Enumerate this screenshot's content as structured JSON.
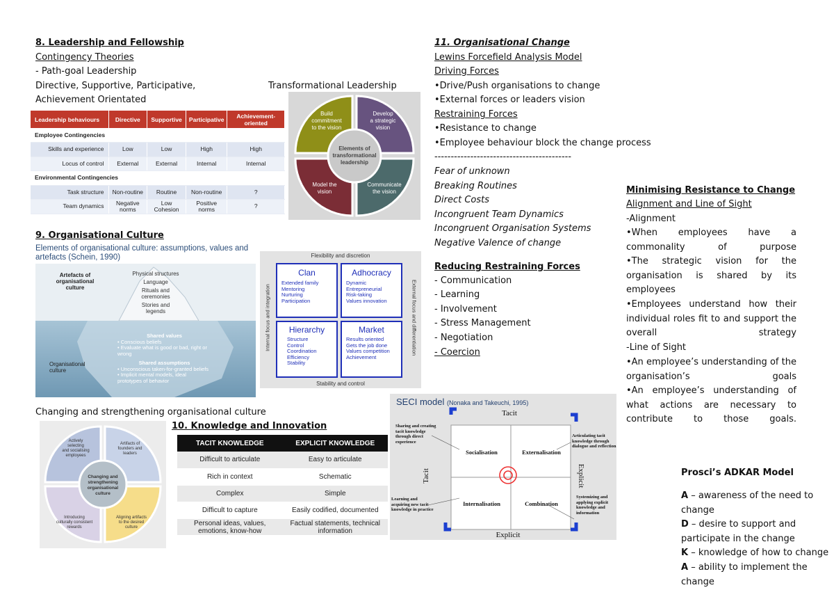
{
  "section8": {
    "heading": "8. Leadership and Fellowship",
    "subheading": "Contingency Theories ",
    "lines": [
      "- Path-goal Leadership",
      "Directive, Supportive, Participative,",
      "Achievement Orientated"
    ],
    "transformational_label": "Transformational Leadership",
    "table": {
      "headers": [
        "Leadership behaviours",
        "Directive",
        "Supportive",
        "Participative",
        "Achievement-oriented"
      ],
      "employee_section": "Employee Contingencies",
      "environment_section": "Environmental Contingencies",
      "rows": [
        [
          "Skills and experience",
          "Low",
          "Low",
          "High",
          "High"
        ],
        [
          "Locus of control",
          "External",
          "External",
          "Internal",
          "Internal"
        ],
        [
          "Task structure",
          "Non-routine",
          "Routine",
          "Non-routine",
          "?"
        ],
        [
          "Team dynamics",
          "Negative norms",
          "Low Cohesion",
          "Positive norms",
          "?"
        ]
      ]
    },
    "wheel": {
      "center": "Elements of transformational leadership",
      "segments": [
        "Build commitment to the vision",
        "Develop a strategic vision",
        "Model the vision",
        "Communicate the vision"
      ],
      "colors": [
        "#8f8f18",
        "#67537f",
        "#7b2d36",
        "#4c6a6b"
      ]
    }
  },
  "section9": {
    "heading": "9. Organisational Culture",
    "iceberg": {
      "title": "Elements of organisational culture: assumptions, values and artefacts (Schein, 1990)",
      "artefacts_label": "Artefacts of organisational culture",
      "artefacts_items": [
        "Physical structures",
        "Language",
        "Rituals and ceremonies",
        "Stories and legends"
      ],
      "shared_values_title": "Shared values",
      "shared_values_items": [
        "• Conscious beliefs",
        "• Evaluate what is good or bad, right or wrong"
      ],
      "culture_label": "Organisational culture",
      "assumptions_title": "Shared assumptions",
      "assumptions_items": [
        "• Unconscious taken-for-granted beliefs",
        "• Implicit mental models, ideal prototypes of behavior"
      ]
    },
    "cvf": {
      "top_label": "Flexibility and discretion",
      "bottom_label": "Stability and control",
      "left_label": "Internal focus and integration",
      "right_label": "External focus and differentiation",
      "quadrants": [
        {
          "title": "Clan",
          "items": [
            "Extended family",
            "Mentoring",
            "Nurturing",
            "Participation"
          ]
        },
        {
          "title": "Adhocracy",
          "items": [
            "Dynamic",
            "Entrepreneurial",
            "Risk-taking",
            "Values innovation"
          ]
        },
        {
          "title": "Hierarchy",
          "items": [
            "Structure",
            "Control",
            "Coordination",
            "Efficiency",
            "Stability"
          ]
        },
        {
          "title": "Market",
          "items": [
            "Results oriented",
            "Gets the job done",
            "Values competition",
            "Achievement"
          ]
        }
      ]
    },
    "changing_label": "Changing and strengthening organisational culture",
    "changing_wheel": {
      "center": "Changing and strengthening organisational culture",
      "segments": [
        "Actively selecting and socialising employees",
        "Artifacts of founders and leaders",
        "Introducing culturally consistent rewards",
        "Aligning artifacts to the desired culture"
      ],
      "colors": [
        "#b7c3dd",
        "#c8d3e8",
        "#d9d2e6",
        "#f6dd8a"
      ]
    }
  },
  "section10": {
    "heading": "10. Knowledge and Innovation",
    "table": {
      "headers": [
        "TACIT KNOWLEDGE",
        "EXPLICIT KNOWLEDGE"
      ],
      "rows": [
        [
          "Difficult to articulate",
          "Easy to articulate"
        ],
        [
          "Rich in context",
          "Schematic"
        ],
        [
          "Complex",
          "Simple"
        ],
        [
          "Difficult to capture",
          "Easily codified, documented"
        ],
        [
          "Personal ideas, values, emotions, know-how",
          "Factual statements, technical information"
        ]
      ]
    },
    "seci": {
      "title": "SECI model",
      "citation": "(Nonaka and Takeuchi, 1995)",
      "top_label": "Tacit",
      "bottom_label": "Explicit",
      "left_label": "Tacit",
      "right_label": "Explicit",
      "quadrants": [
        "Socialisation",
        "Externalisation",
        "Internalisation",
        "Combination"
      ],
      "notes": [
        "Sharing and creating tacit knowledge through direct experience",
        "Articulating tacit knowledge through dialogue and reflection",
        "Learning and acquiring new tacit knowledge in practice",
        "Systemizing and applying explicit knowledge and information"
      ]
    }
  },
  "section11": {
    "heading": "11. Organisational Change",
    "subheading": "Lewins Forcefield Analysis Model ",
    "driving_heading": "Driving Forces ",
    "driving_items": [
      "•Drive/Push organisations to change",
      "•External forces or leaders vision"
    ],
    "restraining_heading": "Restraining Forces",
    "restraining_items": [
      "•Resistance to change",
      "•Employee behaviour block the change process"
    ],
    "divider": "------------------------------------------",
    "italic_items": [
      "Fear of unknown",
      "Breaking Routines",
      "Direct Costs",
      "Incongruent Team Dynamics",
      "Incongruent Organisation Systems",
      "Negative Valence of change"
    ],
    "reducing_heading": "Reducing Restraining Forces ",
    "reducing_items": [
      "- Communication",
      "- Learning",
      "- Involvement",
      "- Stress Management",
      "- Negotiation",
      "- Coercion "
    ]
  },
  "minimising": {
    "heading": "Minimising Resistance to Change ",
    "subheading": "Alignment and Line of Sight ",
    "alignment_label": "-Alignment",
    "alignment_items": [
      "•When employees have a commonality of purpose",
      "•The strategic vision for the organisation is shared by its employees",
      "•Employees understand how their individual roles fit to and support the overall strategy"
    ],
    "line_of_sight_label": "-Line of Sight",
    "line_of_sight_items": [
      "•An employee’s understanding of the organisation’s goals",
      "•An employee’s understanding of what actions are necessary to contribute to those goals."
    ]
  },
  "adkar": {
    "heading": "Prosci’s ADKAR Model",
    "items": [
      {
        "letter": "A",
        "text": " – awareness of the need to change"
      },
      {
        "letter": "D",
        "text": " – desire to support and participate in the change"
      },
      {
        "letter": "K",
        "text": " – knowledge of how to change"
      },
      {
        "letter": "A",
        "text": " – ability to implement the change"
      }
    ]
  }
}
